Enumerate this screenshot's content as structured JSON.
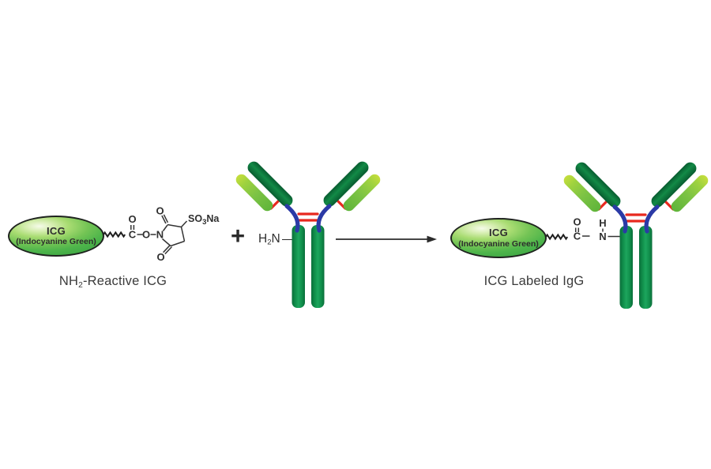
{
  "figure": {
    "left": {
      "dye": {
        "name": "ICG",
        "full": "(Indocyanine Green)"
      },
      "caption": {
        "pre": "NH",
        "sub": "2",
        "post": "-Reactive ICG"
      },
      "atoms": {
        "carbonyl_o": "O",
        "carbonyl_c": "C",
        "ester_o": "O",
        "ring_n": "N",
        "ring_o_top": "O",
        "ring_o_bottom": "O"
      },
      "sulfo": {
        "pre": "SO",
        "sub": "3",
        "post": "Na"
      }
    },
    "plus": "+",
    "amine": {
      "pre": "H",
      "sub": "2",
      "post": "N"
    },
    "right": {
      "dye": {
        "name": "ICG",
        "full": "(Indocyanine Green)"
      },
      "caption": "ICG Labeled IgG",
      "atoms": {
        "carbonyl_o": "O",
        "carbonyl_c": "C",
        "amide_h": "H",
        "amide_n": "N"
      }
    },
    "colors": {
      "heavy_chain_green": "#0b6b3a",
      "stem_green": "#14964f",
      "light_chain_green": "#8cc63f",
      "light_chain_tip": "#c3dd3c",
      "hinge_blue": "#2b3aa6",
      "disulfide_red": "#e8281e",
      "dye_green": "#4eb54b",
      "text_gray": "#3b3b3b"
    }
  }
}
